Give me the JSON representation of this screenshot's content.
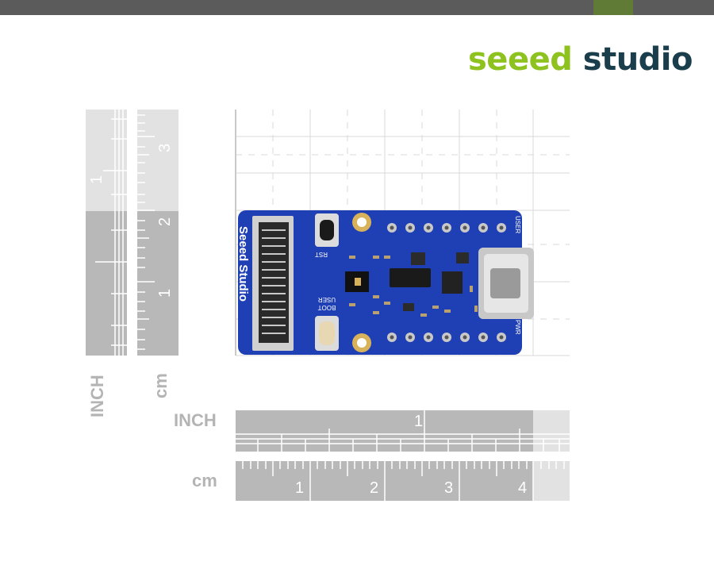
{
  "brand": {
    "part1": "seeed",
    "part2": "studio"
  },
  "rulers": {
    "inch_label": "INCH",
    "cm_label": "cm",
    "horizontal_inch_ticks": [
      "1"
    ],
    "horizontal_cm_ticks": [
      "1",
      "2",
      "3",
      "4"
    ],
    "vertical_inch_ticks": [
      "1"
    ],
    "vertical_cm_ticks": [
      "3",
      "2",
      "1"
    ]
  },
  "board": {
    "silkscreen_logo": "Seeed Studio",
    "labels": {
      "rst": "RST",
      "boot": "BOOT",
      "user_left": "USER",
      "user_right": "USER",
      "pwr": "PWR"
    }
  },
  "colors": {
    "pcb": "#1f3fb5",
    "brand_green": "#8dc21f",
    "brand_dark": "#1b3e4d",
    "ruler": "#b8b8b8"
  }
}
